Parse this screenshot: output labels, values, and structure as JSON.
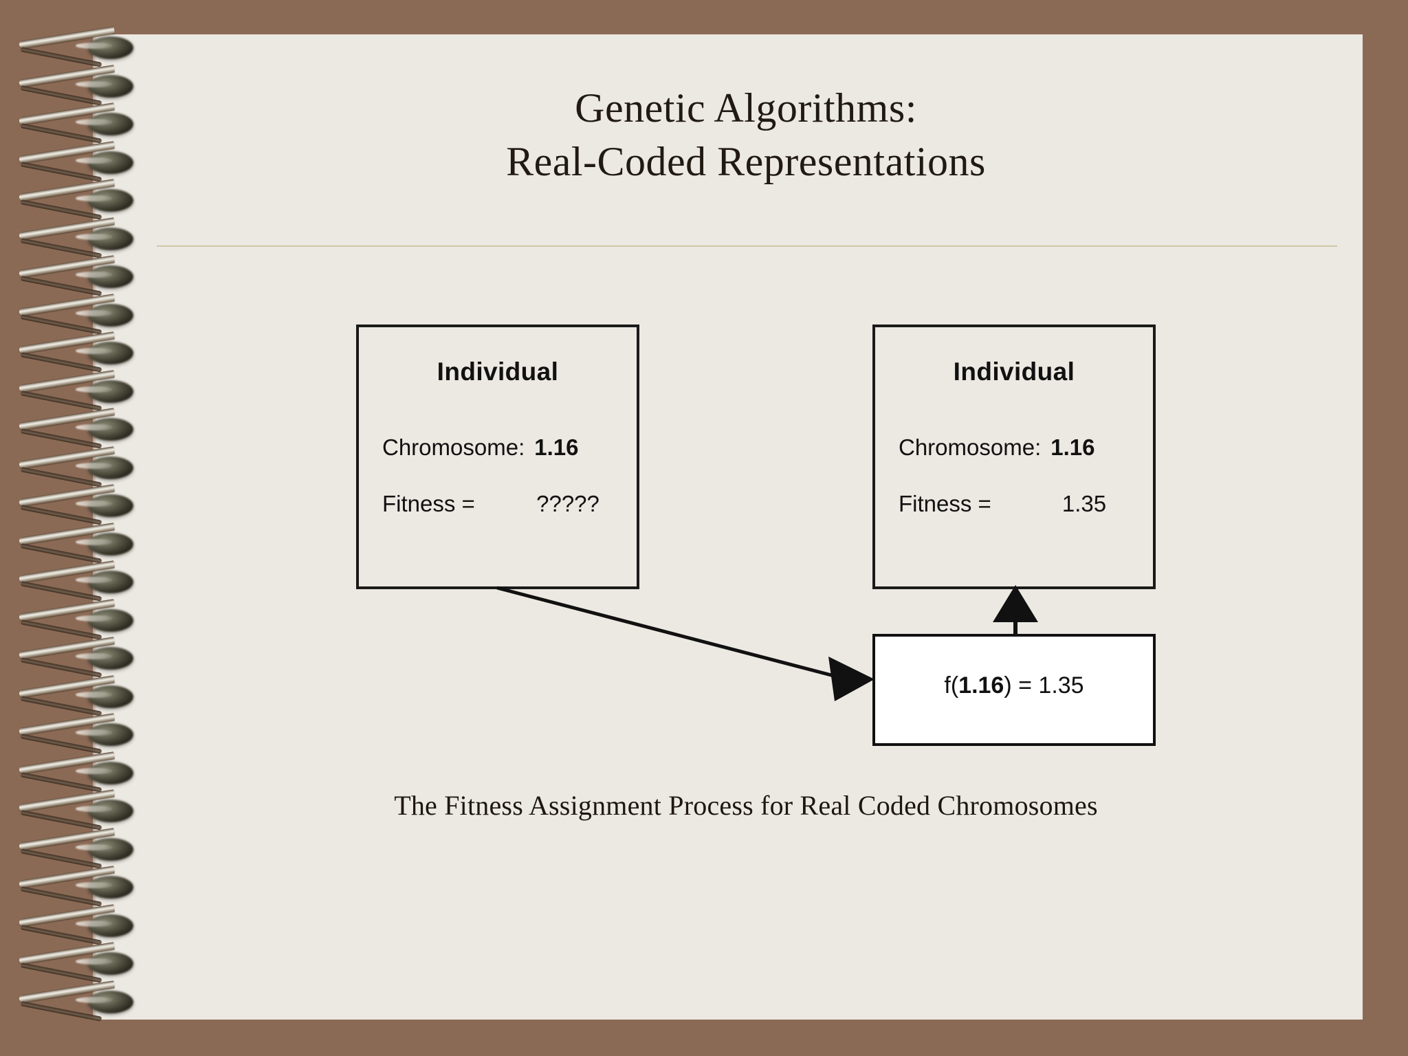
{
  "slide": {
    "title_line1": "Genetic Algorithms:",
    "title_line2": "Real-Coded Representations",
    "caption": "The Fitness Assignment Process for Real Coded Chromosomes",
    "background_color": "#8b6a55",
    "page_color": "#ece8e2",
    "divider_color": "#cfc8a8"
  },
  "diagram": {
    "left_individual": {
      "heading": "Individual",
      "chromosome_label": "Chromosome:",
      "chromosome_value": "1.16",
      "fitness_label": "Fitness =",
      "fitness_value": "?????"
    },
    "right_individual": {
      "heading": "Individual",
      "chromosome_label": "Chromosome:",
      "chromosome_value": "1.16",
      "fitness_label": "Fitness =",
      "fitness_value": "1.35"
    },
    "function_box": {
      "prefix": "f(",
      "argument": "1.16",
      "suffix": ") = ",
      "result": "1.35",
      "background_color": "#ffffff"
    },
    "arrows": [
      {
        "name": "evaluate-arrow",
        "from": "left-individual-bottom",
        "to": "function-box-left"
      },
      {
        "name": "assign-arrow",
        "from": "function-box-top",
        "to": "right-individual-bottom"
      }
    ]
  },
  "binding": {
    "type": "spiral-wire",
    "ring_count": 26
  }
}
